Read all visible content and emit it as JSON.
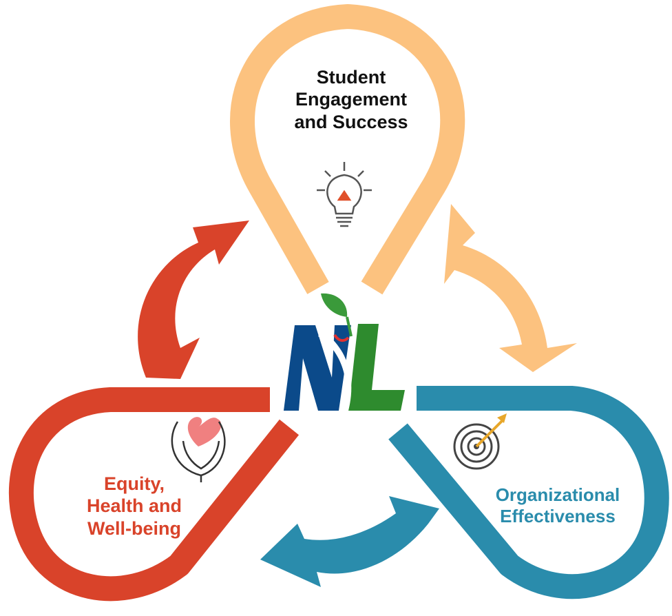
{
  "pillars": [
    {
      "id": "student",
      "label_lines": [
        "Student",
        "Engagement",
        "and Success"
      ],
      "color": "#fcc27f",
      "icon": "lightbulb-icon"
    },
    {
      "id": "equity",
      "label_lines": [
        "Equity,",
        "Health and",
        "Well-being"
      ],
      "color": "#d9432a",
      "icon": "heart-hands-icon"
    },
    {
      "id": "organizational",
      "label_lines": [
        "Organizational",
        "Effectiveness"
      ],
      "color": "#2a8cac",
      "icon": "target-icon"
    }
  ],
  "logo": {
    "icon": "nl-leaf-logo",
    "colors": {
      "n": "#0b4a8a",
      "l": "#2e8b2e",
      "leaf": "#3a9a3a",
      "accent": "#e03030"
    }
  },
  "cycle_arrows": [
    {
      "id": "orange",
      "color": "#fcc27f"
    },
    {
      "id": "blue",
      "color": "#2a8cac"
    },
    {
      "id": "red",
      "color": "#d9432a"
    }
  ]
}
